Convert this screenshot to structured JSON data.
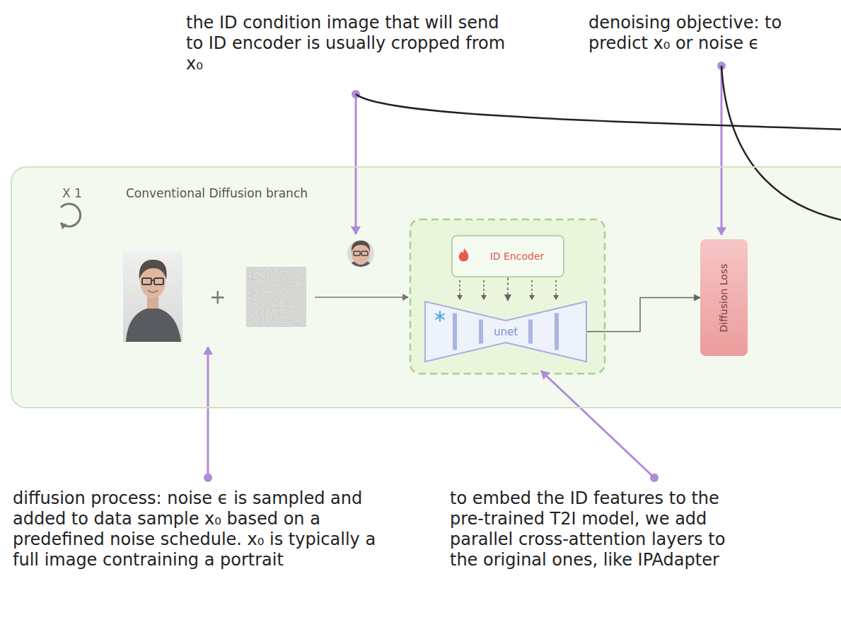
{
  "diagram": {
    "nodes": [
      {
        "text": [
          "Conventional Diffusion branch"
        ]
      },
      {
        "text": [
          "ID Encoder"
        ],
        "in": 0
      },
      {
        "text": [
          "unet"
        ],
        "in": 0
      },
      {
        "text": [
          "Diffusion Loss"
        ],
        "in": 0
      }
    ],
    "edges": [
      {
        "from": 1,
        "to": 2,
        "arrow": "to"
      },
      {
        "from": 2,
        "to": 3,
        "arrow": "to"
      }
    ],
    "labels": [
      "the ID condition image that will send to ID encoder is usually cropped from x₀",
      "denoising objective: to predict x₀ or noise ϵ",
      "X 1",
      "+",
      "diffusion process: noise ϵ is sampled and added to data sample x₀ based on a predefined noise schedule. x₀ is typically a full image contraining a portrait",
      "to embed the ID features to the pre-trained T2I model, we add parallel cross-attention layers to the original ones, like IPAdapter"
    ]
  }
}
